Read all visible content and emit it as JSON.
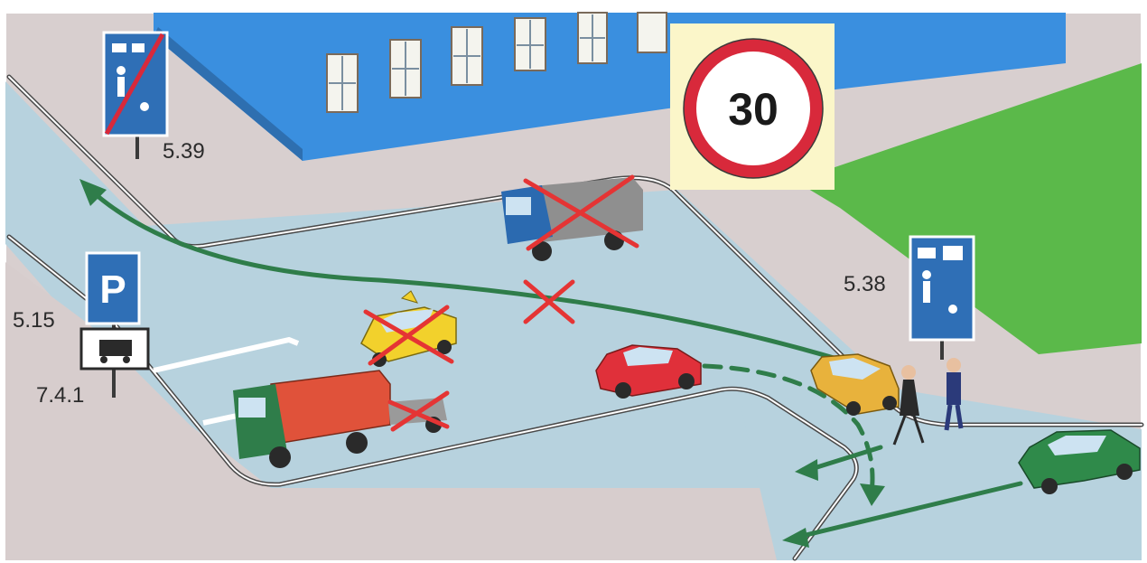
{
  "speed_limit": {
    "value": "30"
  },
  "signs": {
    "end_residential": {
      "code": "5.39"
    },
    "residential_zone": {
      "code": "5.38"
    },
    "parking": {
      "letter": "P",
      "code": "5.15"
    },
    "truck_plate": {
      "code": "7.4.1"
    }
  },
  "colors": {
    "road": "#b8d3df",
    "sidewalk": "#d6cccc",
    "grass": "#58b848",
    "building": "#3a8fdf",
    "route_arrow": "#2f7d4a",
    "prohibited_cross": "#e53434",
    "sign_blue": "#2f6fb6",
    "sign_red_ring": "#d8293b"
  }
}
